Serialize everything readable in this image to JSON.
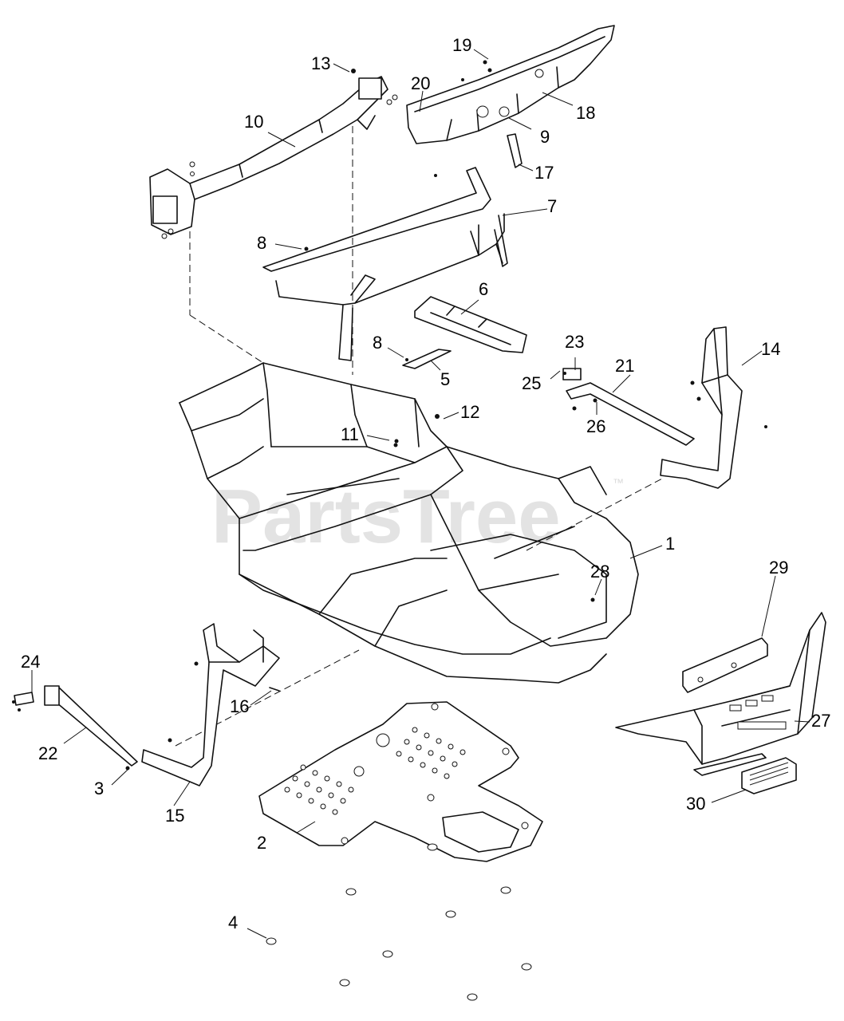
{
  "watermark": {
    "text": "PartsTree",
    "tm": "™"
  },
  "callouts": [
    {
      "id": "lbl-1",
      "text": "1"
    },
    {
      "id": "lbl-2",
      "text": "2"
    },
    {
      "id": "lbl-3",
      "text": "3"
    },
    {
      "id": "lbl-4",
      "text": "4"
    },
    {
      "id": "lbl-5",
      "text": "5"
    },
    {
      "id": "lbl-6",
      "text": "6"
    },
    {
      "id": "lbl-7",
      "text": "7"
    },
    {
      "id": "lbl-8a",
      "text": "8"
    },
    {
      "id": "lbl-8b",
      "text": "8"
    },
    {
      "id": "lbl-9",
      "text": "9"
    },
    {
      "id": "lbl-10",
      "text": "10"
    },
    {
      "id": "lbl-11",
      "text": "11"
    },
    {
      "id": "lbl-12",
      "text": "12"
    },
    {
      "id": "lbl-13",
      "text": "13"
    },
    {
      "id": "lbl-14",
      "text": "14"
    },
    {
      "id": "lbl-15",
      "text": "15"
    },
    {
      "id": "lbl-16",
      "text": "16"
    },
    {
      "id": "lbl-17",
      "text": "17"
    },
    {
      "id": "lbl-18",
      "text": "18"
    },
    {
      "id": "lbl-19",
      "text": "19"
    },
    {
      "id": "lbl-20",
      "text": "20"
    },
    {
      "id": "lbl-21",
      "text": "21"
    },
    {
      "id": "lbl-22",
      "text": "22"
    },
    {
      "id": "lbl-23",
      "text": "23"
    },
    {
      "id": "lbl-24",
      "text": "24"
    },
    {
      "id": "lbl-25",
      "text": "25"
    },
    {
      "id": "lbl-26",
      "text": "26"
    },
    {
      "id": "lbl-27",
      "text": "27"
    },
    {
      "id": "lbl-28",
      "text": "28"
    },
    {
      "id": "lbl-29",
      "text": "29"
    },
    {
      "id": "lbl-30",
      "text": "30"
    }
  ]
}
